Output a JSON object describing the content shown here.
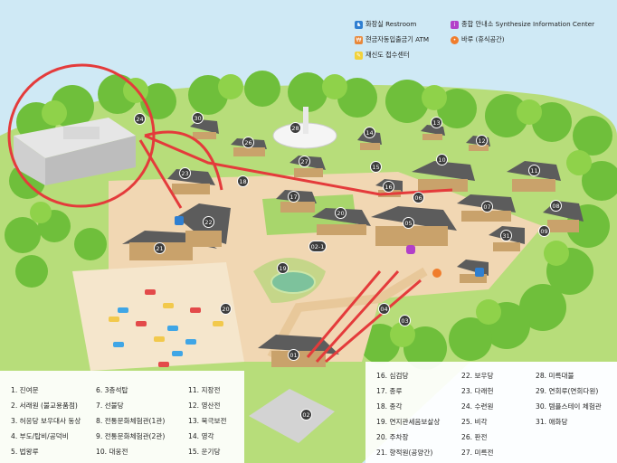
{
  "map": {
    "legend": [
      {
        "id": "restroom",
        "label": "화장실 Restroom",
        "color": "#2f7fd1",
        "icon": "restroom-icon"
      },
      {
        "id": "atm",
        "label": "현금자동입출금기 ATM",
        "color": "#e8883a",
        "icon": "atm-icon"
      },
      {
        "id": "shuttle",
        "label": "재신도 접수센터",
        "color": "#f2d23b",
        "icon": "reception-icon"
      },
      {
        "id": "info",
        "label": "종합 안내소 Synthesize Information Center",
        "color": "#b23fc9",
        "icon": "info-icon"
      },
      {
        "id": "rest",
        "label": "바루 (휴식공간)",
        "color": "#f07d2c",
        "icon": "rest-area-icon"
      }
    ],
    "markers": [
      "24",
      "30",
      "26",
      "28",
      "14",
      "13",
      "12",
      "11",
      "10",
      "27",
      "15",
      "18",
      "23",
      "16",
      "08",
      "17",
      "20",
      "07",
      "09",
      "06",
      "22",
      "21",
      "02-1",
      "05",
      "31",
      "19",
      "04",
      "03",
      "01",
      "02"
    ],
    "list_left": [
      [
        "1. 진여문",
        "6. 3층석탑",
        "11. 지장전"
      ],
      [
        "2. 서래원 (불교용품점)",
        "7. 선불당",
        "12. 영산전"
      ],
      [
        "3. 허응당 보우대사 동상",
        "8. 전통문화체험관(1관)",
        "13. 북극보전"
      ],
      [
        "4. 부도/탑비/공덕비",
        "9. 전통문화체험관(2관)",
        "14. 영각"
      ],
      [
        "5. 법왕루",
        "10. 대웅전",
        "15. 운기당"
      ]
    ],
    "list_right": [
      [
        "16. 심검당",
        "22. 보우당",
        "28. 미륵대불"
      ],
      [
        "17. 종루",
        "23. 다래헌",
        "29. 연회루(연회다원)"
      ],
      [
        "18. 종각",
        "24. 수련원",
        "30. 템플스테이 체험관"
      ],
      [
        "19. 연지관세음보살상",
        "25. 비각",
        "31. 애화당"
      ],
      [
        "20. 주차장",
        "26. 판전",
        ""
      ],
      [
        "21. 향적원(공양간)",
        "27. 미륵전",
        ""
      ]
    ]
  }
}
